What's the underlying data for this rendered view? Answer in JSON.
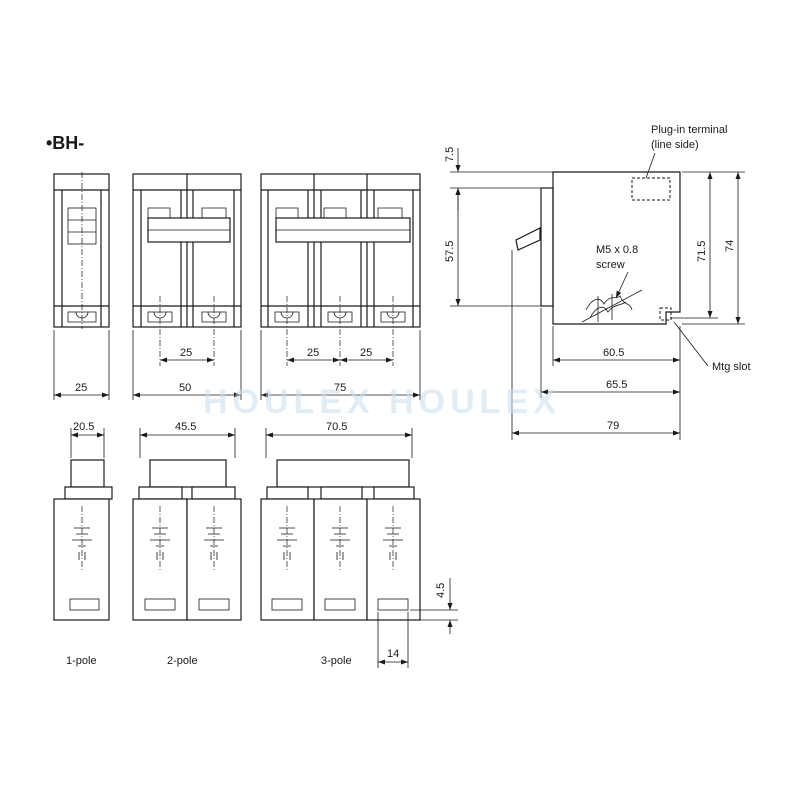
{
  "title": "•BH-",
  "labels": {
    "one_pole": "1-pole",
    "two_pole": "2-pole",
    "three_pole": "3-pole",
    "plugin_terminal_line1": "Plug-in terminal",
    "plugin_terminal_line2": "(line side)",
    "screw_line1": "M5 x 0.8",
    "screw_line2": "screw",
    "mtg_slot": "Mtg slot"
  },
  "dimensions": {
    "w1": "25",
    "w2": "50",
    "w3": "75",
    "pitch": "25",
    "top1": "20.5",
    "top2": "45.5",
    "top3": "70.5",
    "slot_h": "4.5",
    "slot_w": "14",
    "side_top": "7.5",
    "side_57": "57.5",
    "side_715": "71.5",
    "side_74": "74",
    "side_605": "60.5",
    "side_655": "65.5",
    "side_79": "79"
  },
  "watermark": "HOULEX HOULEX"
}
